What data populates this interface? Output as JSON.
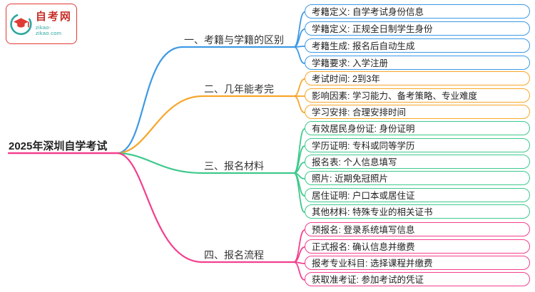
{
  "logo": {
    "name": "自考网",
    "url": "zikao-zikao.com",
    "brand_red": "#e03a34",
    "brand_teal": "#2aa7a0"
  },
  "root": {
    "label": "2025年深圳自学考试"
  },
  "branches": [
    {
      "label": "一、考籍与学籍的区别",
      "color": "#3d99e5",
      "items": [
        {
          "text": "考籍定义: 自学考试身份信息"
        },
        {
          "text": "学籍定义: 正规全日制学生身份"
        },
        {
          "text": "考籍生成: 报名后自动生成"
        },
        {
          "text": "学籍要求: 入学注册"
        }
      ]
    },
    {
      "label": "二、几年能考完",
      "color": "#f7a62a",
      "items": [
        {
          "text": "考试时间: 2到3年"
        },
        {
          "text": "影响因素: 学习能力、备考策略、专业难度"
        },
        {
          "text": "学习安排: 合理安排时间"
        }
      ]
    },
    {
      "label": "三、报名材料",
      "color": "#3ec98c",
      "items": [
        {
          "text": "有效居民身份证: 身份证明"
        },
        {
          "text": "学历证明: 专科或同等学历"
        },
        {
          "text": "报名表: 个人信息填写"
        },
        {
          "text": "照片: 近期免冠照片"
        },
        {
          "text": "居住证明: 户口本或居住证"
        },
        {
          "text": "其他材料: 特殊专业的相关证书"
        }
      ]
    },
    {
      "label": "四、报名流程",
      "color": "#f43f8e",
      "items": [
        {
          "text": "预报名: 登录系统填写信息"
        },
        {
          "text": "正式报名: 确认信息并缴费"
        },
        {
          "text": "报考专业科目: 选择课程并缴费"
        },
        {
          "text": "获取准考证: 参加考试的凭证"
        }
      ]
    }
  ]
}
